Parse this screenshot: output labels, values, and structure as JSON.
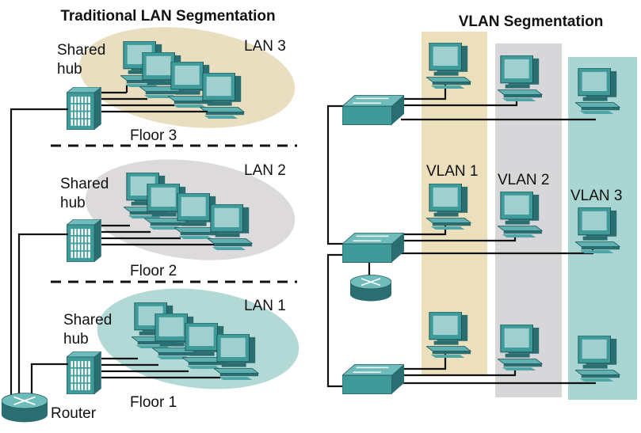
{
  "left": {
    "title": "Traditional LAN Segmentation",
    "segments": [
      {
        "lan": "LAN 3",
        "hub": [
          "Shared",
          "hub"
        ],
        "floor": "Floor 3"
      },
      {
        "lan": "LAN 2",
        "hub": [
          "Shared",
          "hub"
        ],
        "floor": "Floor 2"
      },
      {
        "lan": "LAN 1",
        "hub": [
          "Shared",
          "hub"
        ],
        "floor": "Floor 1"
      }
    ],
    "router": "Router"
  },
  "right": {
    "title": "VLAN Segmentation",
    "vlans": [
      "VLAN 1",
      "VLAN 2",
      "VLAN 3"
    ]
  },
  "colors": {
    "lan3": "#e9dfc0",
    "lan2": "#dcdadb",
    "lan1": "#b3d9d6",
    "vlan1": "#ebdfbc",
    "vlan2": "#d7d6d9",
    "vlan3": "#a9d5d2",
    "device": "#3f9a9a",
    "device_dark": "#2a6e72",
    "monitor_screen": "#9fd0cf",
    "line": "#111111"
  },
  "icons": [
    "shared-hub-icon",
    "workstation-icon",
    "switch-icon",
    "router-icon"
  ]
}
